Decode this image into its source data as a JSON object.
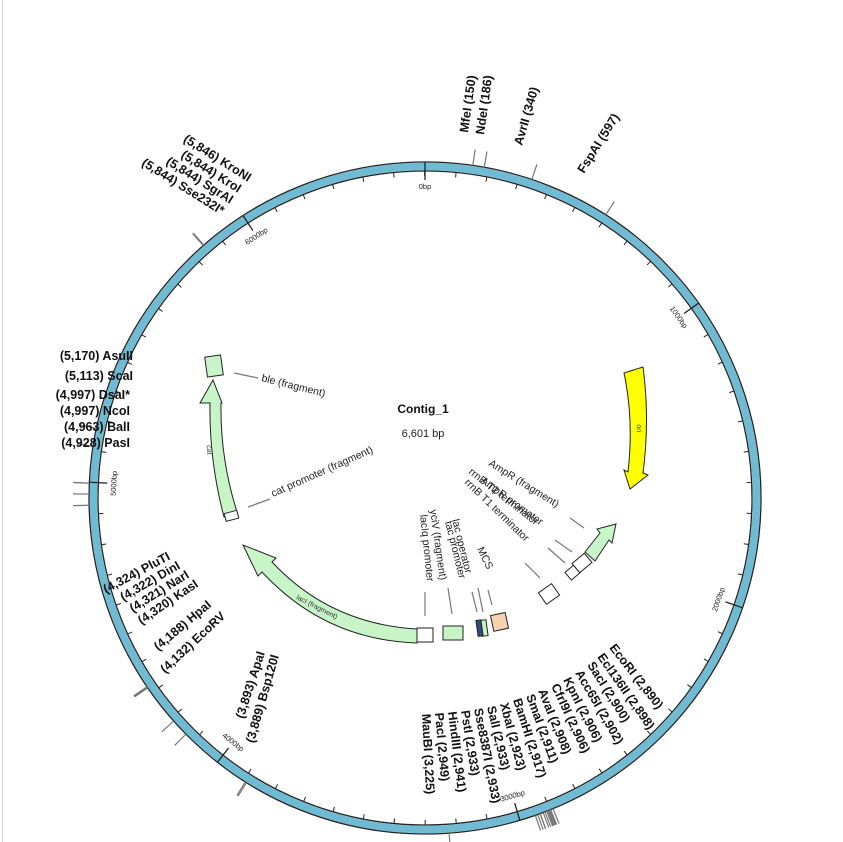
{
  "map": {
    "name": "Contig_1",
    "length_label": "6,601 bp",
    "length": 6601,
    "colors": {
      "backbone": "#6fbbd3",
      "feature": "#c8f5c8",
      "ori": "#ffff00",
      "mcs": "#f5d3b0"
    }
  },
  "ticks": [
    {
      "pos": 0,
      "label": "0bp"
    },
    {
      "pos": 1000,
      "label": "1000bp"
    },
    {
      "pos": 2000,
      "label": "2000bp"
    },
    {
      "pos": 3000,
      "label": "3000bp"
    },
    {
      "pos": 4000,
      "label": "4000bp"
    },
    {
      "pos": 5000,
      "label": "5000bp"
    },
    {
      "pos": 6000,
      "label": "6000bp"
    }
  ],
  "enzymes": [
    {
      "name": "MfeI",
      "pos": 150,
      "label": "MfeI (150)"
    },
    {
      "name": "NdeI",
      "pos": 186,
      "label": "NdeI (186)"
    },
    {
      "name": "AvrII",
      "pos": 340,
      "label": "AvrII (340)"
    },
    {
      "name": "FspAI",
      "pos": 597,
      "label": "FspAI (597)"
    },
    {
      "name": "EcoRI",
      "pos": 2890,
      "label": "EcoRI (2,890)"
    },
    {
      "name": "Ecl136II",
      "pos": 2898,
      "label": "Ecl136II (2,898)"
    },
    {
      "name": "SacI",
      "pos": 2900,
      "label": "SacI (2,900)"
    },
    {
      "name": "Acc65I",
      "pos": 2902,
      "label": "Acc65I (2,902)"
    },
    {
      "name": "KpnI",
      "pos": 2906,
      "label": "KpnI (2,906)"
    },
    {
      "name": "CfrI9I",
      "pos": 2906,
      "label": "CfrI9I (2,906)"
    },
    {
      "name": "AvaI",
      "pos": 2908,
      "label": "AvaI (2,908)"
    },
    {
      "name": "SmaI",
      "pos": 2911,
      "label": "SmaI (2,911)"
    },
    {
      "name": "BamHI",
      "pos": 2917,
      "label": "BamHI (2,917)"
    },
    {
      "name": "XbaI",
      "pos": 2923,
      "label": "XbaI (2,923)"
    },
    {
      "name": "SalI",
      "pos": 2933,
      "label": "SalI (2,933)"
    },
    {
      "name": "Sse8387I",
      "pos": 2933,
      "label": "Sse8387I (2,933)"
    },
    {
      "name": "PstI",
      "pos": 2933,
      "label": "PstI (2,933)"
    },
    {
      "name": "HindIII",
      "pos": 2941,
      "label": "HindIII (2,941)"
    },
    {
      "name": "PacI",
      "pos": 2949,
      "label": "PacI (2,949)"
    },
    {
      "name": "MauBI",
      "pos": 3225,
      "label": "MauBI (3,225)"
    },
    {
      "name": "Bsp120I",
      "pos": 3889,
      "label": "(3,889) Bsp120I"
    },
    {
      "name": "ApaI",
      "pos": 3893,
      "label": "(3,893) ApaI"
    },
    {
      "name": "EcoRV",
      "pos": 4132,
      "label": "(4,132) EcoRV"
    },
    {
      "name": "HpaI",
      "pos": 4188,
      "label": "(4,188) HpaI"
    },
    {
      "name": "KasI",
      "pos": 4320,
      "label": "(4,320) KasI"
    },
    {
      "name": "NarI",
      "pos": 4321,
      "label": "(4,321) NarI"
    },
    {
      "name": "DinI",
      "pos": 4322,
      "label": "(4,322) DinI"
    },
    {
      "name": "PluTI",
      "pos": 4324,
      "label": "(4,324) PluTI"
    },
    {
      "name": "PasI",
      "pos": 4928,
      "label": "(4,928) PasI"
    },
    {
      "name": "BalI",
      "pos": 4963,
      "label": "(4,963) BalI"
    },
    {
      "name": "NcoI",
      "pos": 4997,
      "label": "(4,997) NcoI"
    },
    {
      "name": "DsaI",
      "pos": 4997,
      "label": "(4,997) DsaI*"
    },
    {
      "name": "ScaI",
      "pos": 5113,
      "label": "(5,113) ScaI"
    },
    {
      "name": "AsuII",
      "pos": 5170,
      "label": "(5,170) AsuII"
    },
    {
      "name": "Sse232I",
      "pos": 5844,
      "label": "(5,844) Sse232I*"
    },
    {
      "name": "SgrAI",
      "pos": 5844,
      "label": "(5,844) SgrAI"
    },
    {
      "name": "KroI",
      "pos": 5844,
      "label": "(5,844) KroI"
    },
    {
      "name": "KroNI",
      "pos": 5846,
      "label": "(5,846) KroNI"
    }
  ],
  "features": [
    {
      "name": "ori",
      "label": "ori"
    },
    {
      "name": "lacI",
      "label": "lacI (fragment)"
    },
    {
      "name": "cat",
      "label": "cat"
    },
    {
      "name": "ble",
      "label": "ble (fragment)"
    },
    {
      "name": "cat-promoter",
      "label": "cat promoter (fragment)"
    },
    {
      "name": "AmpR-fragment",
      "label": "AmpR (fragment)"
    },
    {
      "name": "AmpR-promoter",
      "label": "AmpR promoter"
    },
    {
      "name": "rrnB-T2",
      "label": "rrnB T2 terminator"
    },
    {
      "name": "rrnB-T1",
      "label": "rrnB T1 terminator"
    },
    {
      "name": "MCS",
      "label": "MCS"
    },
    {
      "name": "lac-operator",
      "label": "lac operator"
    },
    {
      "name": "tac-promoter",
      "label": "tac promoter"
    },
    {
      "name": "yciV",
      "label": "yciV (fragment)"
    },
    {
      "name": "lacIq",
      "label": "lacIq promoter"
    }
  ]
}
